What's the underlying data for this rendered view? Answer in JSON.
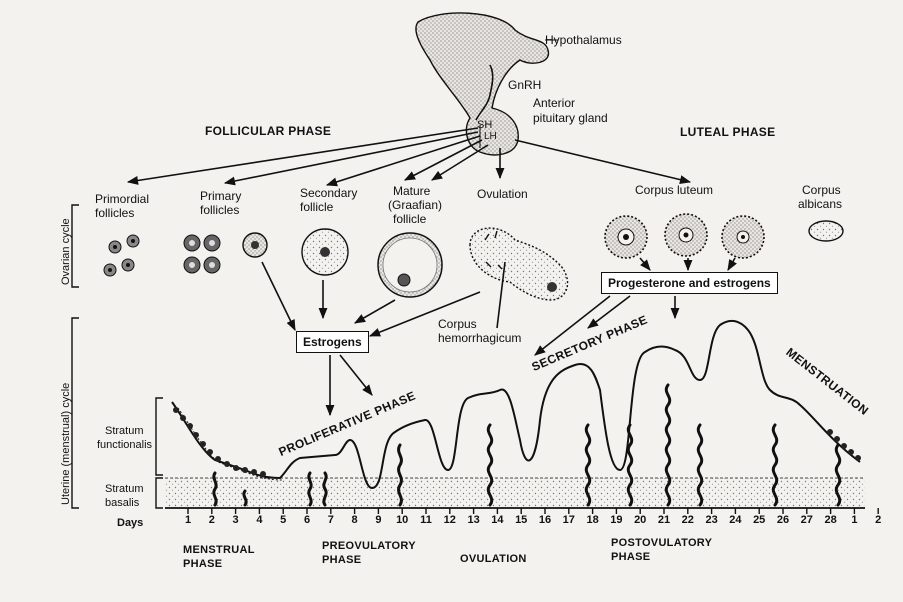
{
  "labels": {
    "hypothalamus": "Hypothalamus",
    "gnrh": "GnRH",
    "fsh": "SH",
    "lh": "LH",
    "anterior_pituitary_l1": "Anterior",
    "anterior_pituitary_l2": "pituitary gland",
    "follicular_phase": "FOLLICULAR PHASE",
    "luteal_phase": "LUTEAL PHASE",
    "ovarian_cycle": "Ovarian cycle",
    "uterine_cycle": "Uterine (menstrual) cycle",
    "primordial_follicles_l1": "Primordial",
    "primordial_follicles_l2": "follicles",
    "primary_follicles_l1": "Primary",
    "primary_follicles_l2": "follicles",
    "secondary_follicle_l1": "Secondary",
    "secondary_follicle_l2": "follicle",
    "mature_follicle_l1": "Mature",
    "mature_follicle_l2": "(Graafian)",
    "mature_follicle_l3": "follicle",
    "ovulation_top": "Ovulation",
    "corpus_luteum": "Corpus luteum",
    "corpus_albicans_l1": "Corpus",
    "corpus_albicans_l2": "albicans",
    "progesterone_estrogens": "Progesterone and estrogens",
    "estrogens": "Estrogens",
    "corpus_hemorrhagicum_l1": "Corpus",
    "corpus_hemorrhagicum_l2": "hemorrhagicum",
    "secretory_phase": "SECRETORY PHASE",
    "proliferative_phase": "PROLIFERATIVE PHASE",
    "menstruation": "MENSTRUATION",
    "stratum_functionalis_l1": "Stratum",
    "stratum_functionalis_l2": "functionalis",
    "stratum_basalis_l1": "Stratum",
    "stratum_basalis_l2": "basalis",
    "days": "Days",
    "menstrual_phase_l1": "MENSTRUAL",
    "menstrual_phase_l2": "PHASE",
    "preovulatory_phase_l1": "PREOVULATORY",
    "preovulatory_phase_l2": "PHASE",
    "ovulation_bottom": "OVULATION",
    "postovulatory_phase_l1": "POSTOVULATORY",
    "postovulatory_phase_l2": "PHASE"
  },
  "days": [
    "1",
    "2",
    "3",
    "4",
    "5",
    "6",
    "7",
    "8",
    "9",
    "10",
    "11",
    "12",
    "13",
    "14",
    "15",
    "16",
    "17",
    "18",
    "19",
    "20",
    "21",
    "22",
    "23",
    "24",
    "25",
    "26",
    "27",
    "28",
    "1",
    "2"
  ],
  "colors": {
    "ink": "#111111",
    "paper": "#f4f2ef",
    "stipple": "#888888"
  }
}
